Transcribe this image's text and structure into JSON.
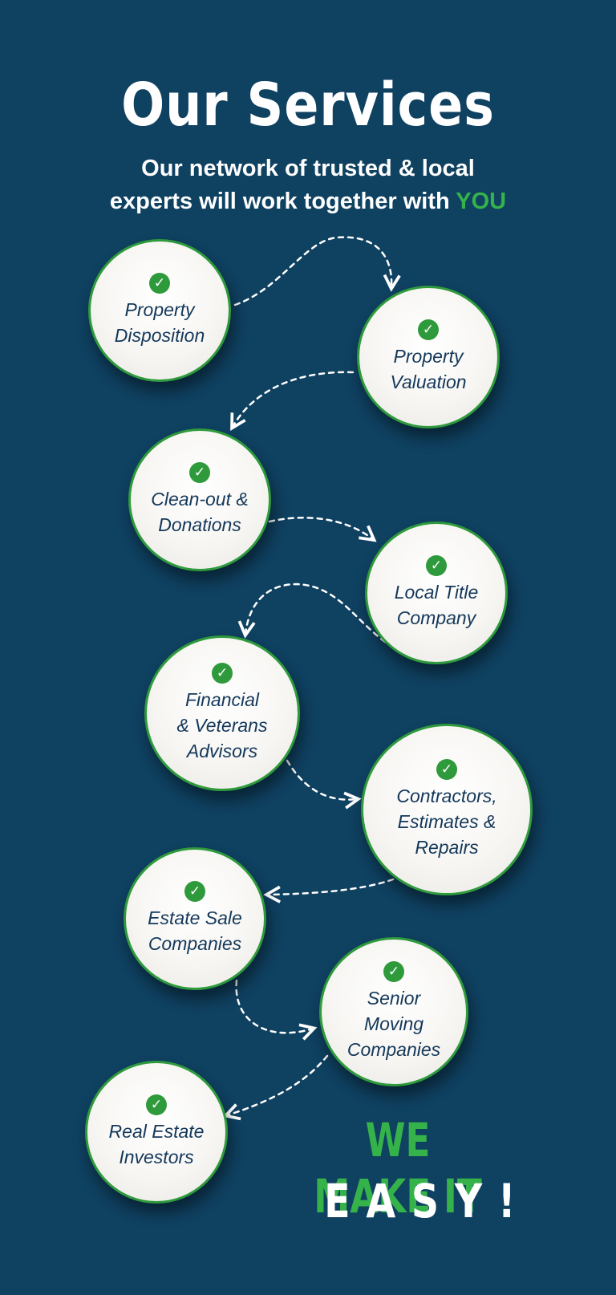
{
  "header": {
    "title": "Our Services",
    "subtitle_line1": "Our network of trusted & local",
    "subtitle_line2": "experts will work together with ",
    "subtitle_highlight": "YOU"
  },
  "services": [
    "Property\nDisposition",
    "Property\nValuation",
    "Clean-out &\nDonations",
    "Local Title\nCompany",
    "Financial\n& Veterans\nAdvisors",
    "Contractors,\nEstimates &\nRepairs",
    "Estate Sale\nCompanies",
    "Senior\nMoving\nCompanies",
    "Real Estate\nInvestors"
  ],
  "tagline": {
    "line1": "WE MAKE IT",
    "line2": "EASY!"
  },
  "colors": {
    "background": "#0f4161",
    "accent_green": "#35b34a",
    "circle_border": "#2f9a3c",
    "label_text": "#14385a"
  },
  "icons": {
    "check": "check-circle-icon"
  }
}
